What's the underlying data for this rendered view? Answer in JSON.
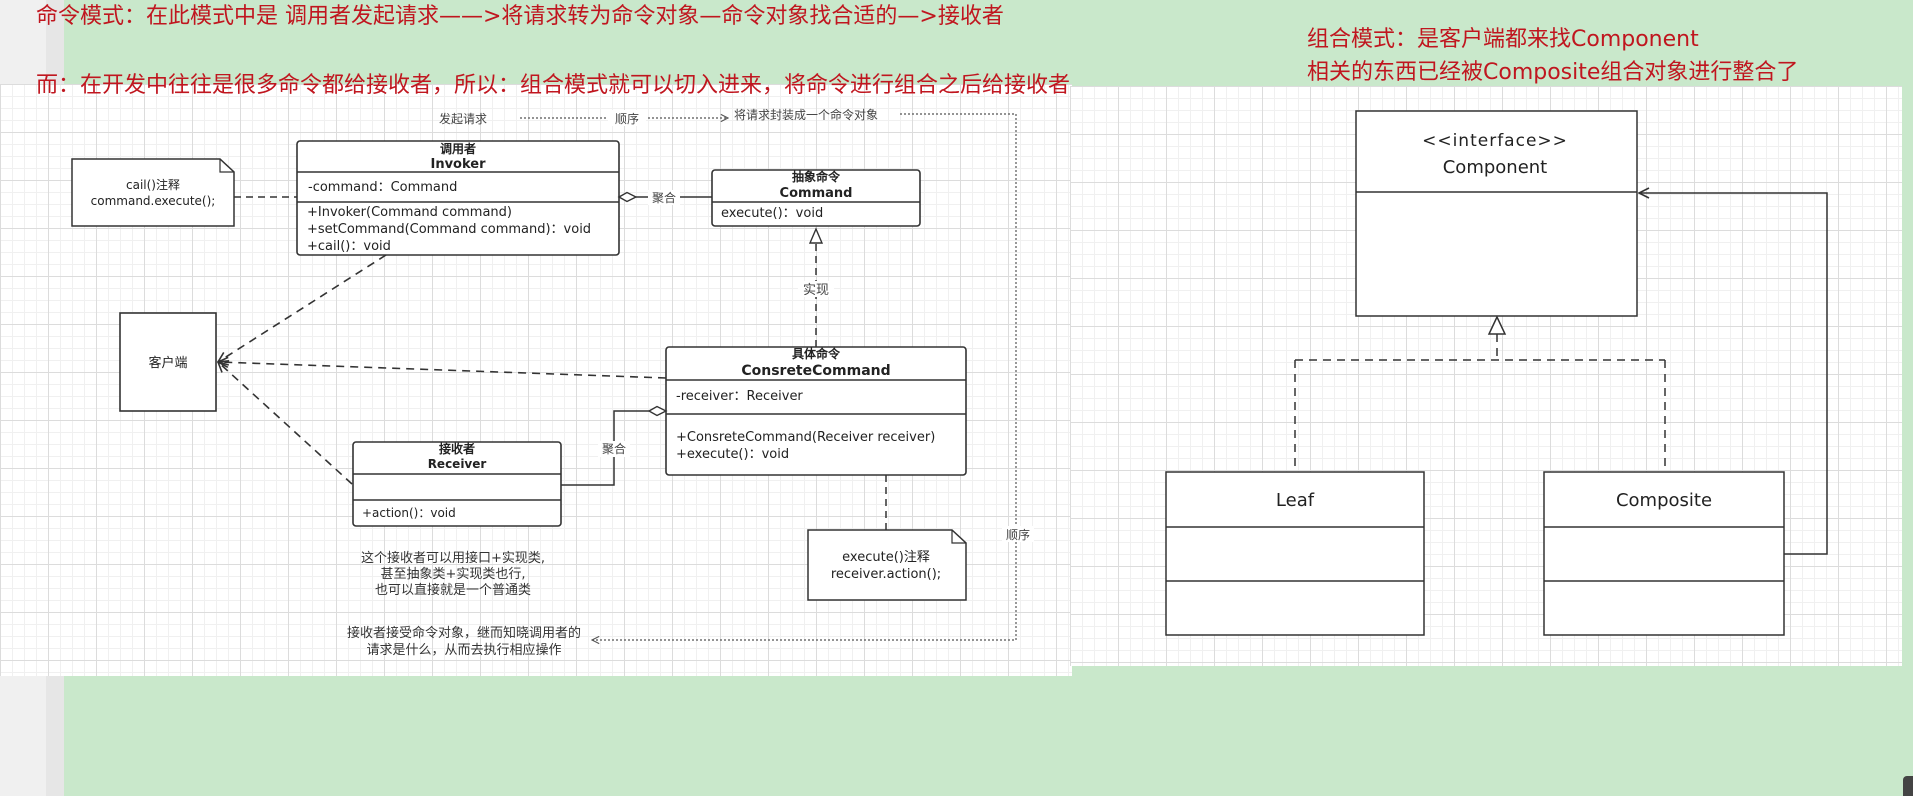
{
  "notes": {
    "command_intro": "命令模式：在此模式中是 调用者发起请求——>将请求转为命令对象—命令对象找合适的—>接收者",
    "combine_note": "而：在开发中往往是很多命令都给接收者，所以：组合模式就可以切入进来，将命令进行组合之后给接收者",
    "composite_line1": "组合模式：是客户端都来找Component",
    "composite_line2": "相关的东西已经被Composite组合对象进行整合了"
  },
  "command_diagram": {
    "invoker": {
      "cn": "调用者",
      "en": "Invoker",
      "attr": "-command：Command",
      "methods": [
        "+Invoker(Command command)",
        "+setCommand(Command command)：void",
        "+cail()：void"
      ]
    },
    "abstract_command": {
      "cn": "抽象命令",
      "en": "Command",
      "method": "execute()：void"
    },
    "concrete_command": {
      "cn": "具体命令",
      "en": "ConsreteCommand",
      "attr": "-receiver：Receiver",
      "methods": [
        "+ConsreteCommand(Receiver receiver)",
        "+execute()：void"
      ]
    },
    "receiver": {
      "cn": "接收者",
      "en": "Receiver",
      "method": "+action()：void"
    },
    "client": "客户端",
    "note_cail": [
      "cail()注释",
      "command.execute();"
    ],
    "note_execute": [
      "execute()注释",
      "receiver.action();"
    ],
    "label_initiate": "发起请求",
    "label_order_top": "顺序",
    "label_wrap": "将请求封装成一个命令对象",
    "label_aggregate1": "聚合",
    "label_aggregate2": "聚合",
    "label_implement": "实现",
    "label_order_right": "顺序",
    "receiver_caption": [
      "这个接收者可以用接口+实现类,",
      "甚至抽象类+实现类也行,",
      "也可以直接就是一个普通类"
    ],
    "receive_caption": [
      "接收者接受命令对象，继而知晓调用者的",
      "请求是什么，从而去执行相应操作"
    ]
  },
  "composite_diagram": {
    "component_stereotype": "<<interface>>",
    "component_name": "Component",
    "leaf": "Leaf",
    "composite": "Composite"
  },
  "colors": {
    "note_red": "#c0161f",
    "canvas_bg": "#c9e8cb",
    "line": "#333333"
  }
}
